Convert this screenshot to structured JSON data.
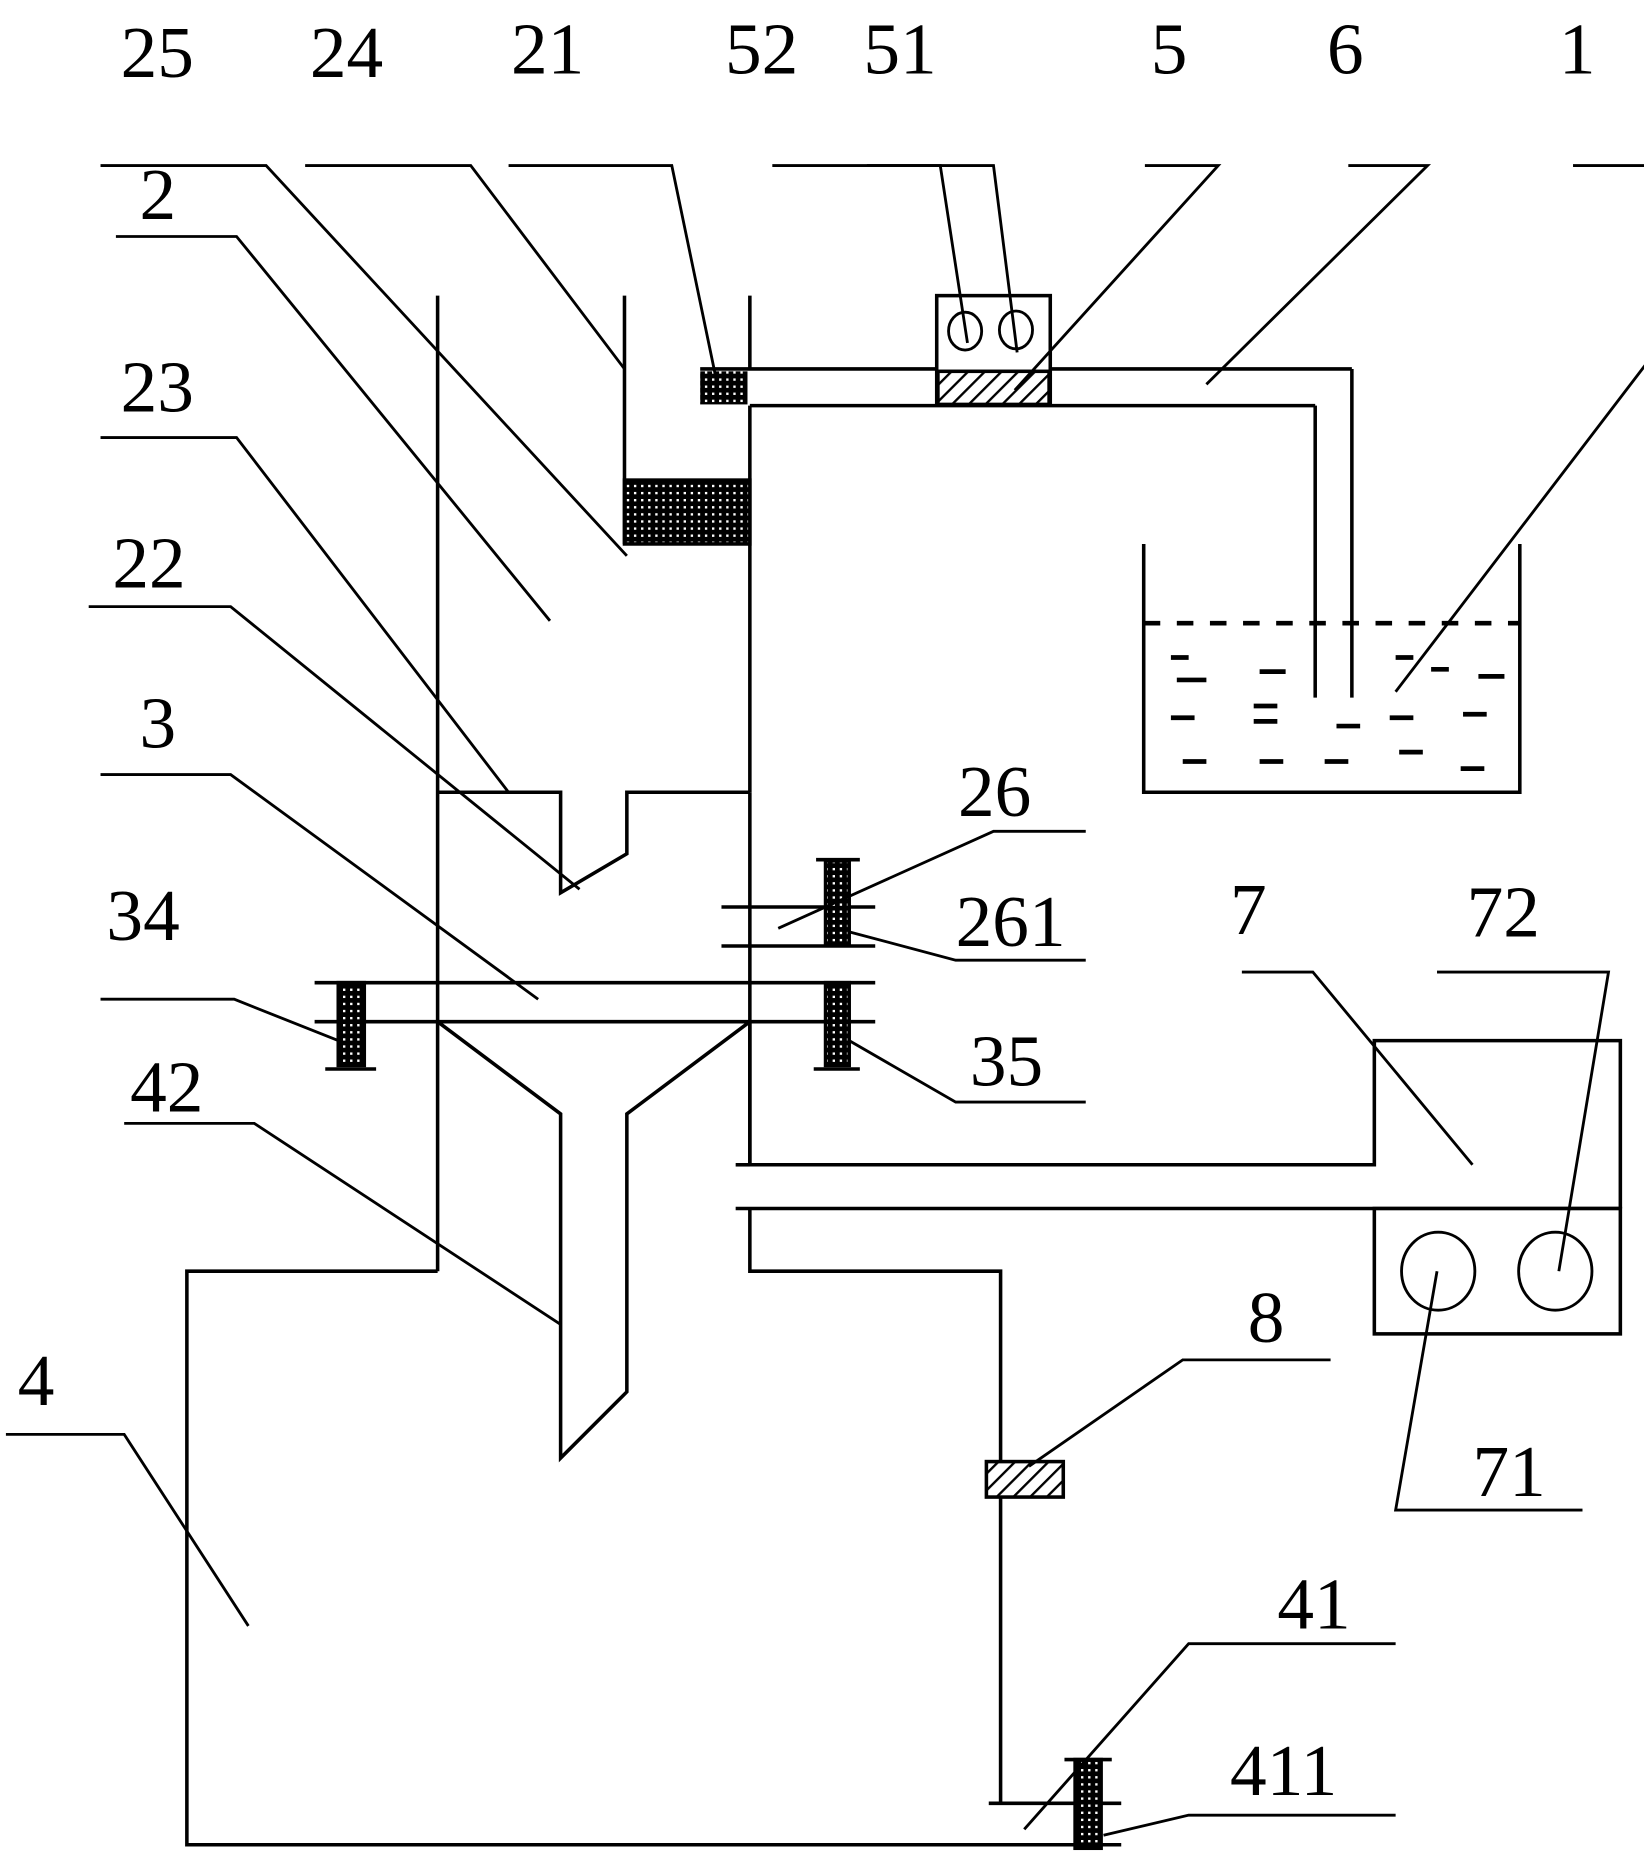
{
  "figure": {
    "type": "apparatus schematic",
    "colors": {
      "line": "#000000",
      "background": "#ffffff"
    }
  },
  "labels": {
    "l25": "25",
    "l24": "24",
    "l21": "21",
    "l52": "52",
    "l51": "51",
    "l5": "5",
    "l6": "6",
    "l1": "1",
    "l2": "2",
    "l23": "23",
    "l22": "22",
    "l3": "3",
    "l34": "34",
    "l42": "42",
    "l4": "4",
    "l26": "26",
    "l261": "261",
    "l35": "35",
    "l7": "7",
    "l72": "72",
    "l71": "71",
    "l8": "8",
    "l41": "41",
    "l411": "411"
  },
  "components": [
    {
      "id": "1",
      "desc": "liquid beaker"
    },
    {
      "id": "2",
      "desc": "upper tank"
    },
    {
      "id": "21",
      "desc": "top inlet tube"
    },
    {
      "id": "22",
      "desc": "hopper outlet"
    },
    {
      "id": "23",
      "desc": "partition plate"
    },
    {
      "id": "24",
      "desc": "inlet wall"
    },
    {
      "id": "25",
      "desc": "mesh filter block"
    },
    {
      "id": "26",
      "desc": "side pipe"
    },
    {
      "id": "261",
      "desc": "side pipe valve"
    },
    {
      "id": "3",
      "desc": "middle transfer pipe"
    },
    {
      "id": "34",
      "desc": "left valve"
    },
    {
      "id": "35",
      "desc": "right valve"
    },
    {
      "id": "4",
      "desc": "lower tank"
    },
    {
      "id": "41",
      "desc": "outlet pipe"
    },
    {
      "id": "411",
      "desc": "outlet valve"
    },
    {
      "id": "42",
      "desc": "lower funnel"
    },
    {
      "id": "5",
      "desc": "sensor housing"
    },
    {
      "id": "51",
      "desc": "gauge"
    },
    {
      "id": "52",
      "desc": "gauge"
    },
    {
      "id": "6",
      "desc": "gas pipe to beaker"
    },
    {
      "id": "7",
      "desc": "control unit"
    },
    {
      "id": "71",
      "desc": "gauge"
    },
    {
      "id": "72",
      "desc": "gauge"
    },
    {
      "id": "8",
      "desc": "side valve block"
    }
  ]
}
